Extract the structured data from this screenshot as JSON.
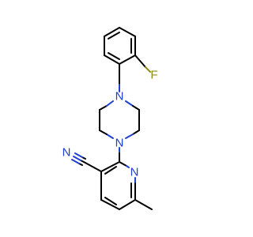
{
  "molecule": {
    "atoms": {
      "fluorine": "F",
      "n_piperazine_top": "N",
      "n_piperazine_bottom": "N",
      "n_nitrile": "N",
      "n_pyridine": "N"
    },
    "colors": {
      "carbon": "#000000",
      "nitrogen": "#1f3fcf",
      "fluorine": "#8c8c1a",
      "background": "#ffffff"
    }
  }
}
